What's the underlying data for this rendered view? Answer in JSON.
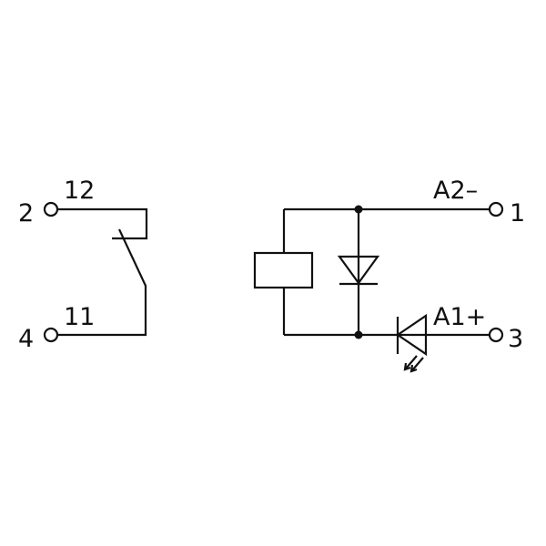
{
  "contact": {
    "terminal_top": "2",
    "terminal_top_label": "12",
    "terminal_bottom": "4",
    "terminal_bottom_label": "11"
  },
  "coil": {
    "terminal_top": "1",
    "terminal_top_label": "A2–",
    "terminal_bottom": "3",
    "terminal_bottom_label": "A1+"
  },
  "colors": {
    "line": "#111111",
    "background": "#ffffff"
  }
}
